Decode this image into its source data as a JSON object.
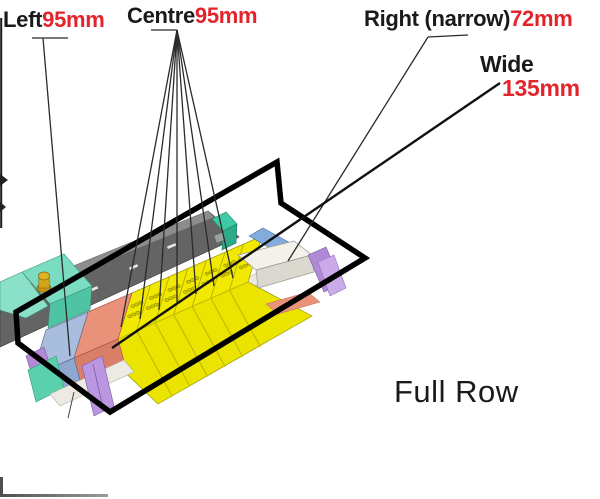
{
  "title_labels": {
    "left": {
      "text": "Left",
      "value": "95mm"
    },
    "centre": {
      "text": "Centre",
      "value": "95mm"
    },
    "right": {
      "text": "Right (narrow)",
      "value": "72mm"
    },
    "wide": {
      "text": "Wide",
      "value": "135mm"
    }
  },
  "caption": "Full Row",
  "colors": {
    "annotation_red": "#e3242b",
    "annotation_black": "#1a1a1a",
    "outline_black": "#000000",
    "key_left_blue": "#a9bedf",
    "key_wide_salmon": "#ea9179",
    "key_centre_yellow": "#f1ea00",
    "key_right_white": "#f3f1ea",
    "rail_gray": "#646464",
    "bracket_purple": "#b38bd7",
    "mount_teal": "#7adcc0",
    "knob_gold": "#dcab1e",
    "bar_blue": "#84abdd"
  },
  "diagram": {
    "type": "cad-keyboard-row-annotated",
    "centre_key_count": 7,
    "keys": [
      {
        "position": "left",
        "width": "95mm"
      },
      {
        "position": "centre",
        "width": "95mm"
      },
      {
        "position": "right-narrow",
        "width": "72mm"
      },
      {
        "position": "wide",
        "width": "135mm"
      }
    ]
  }
}
